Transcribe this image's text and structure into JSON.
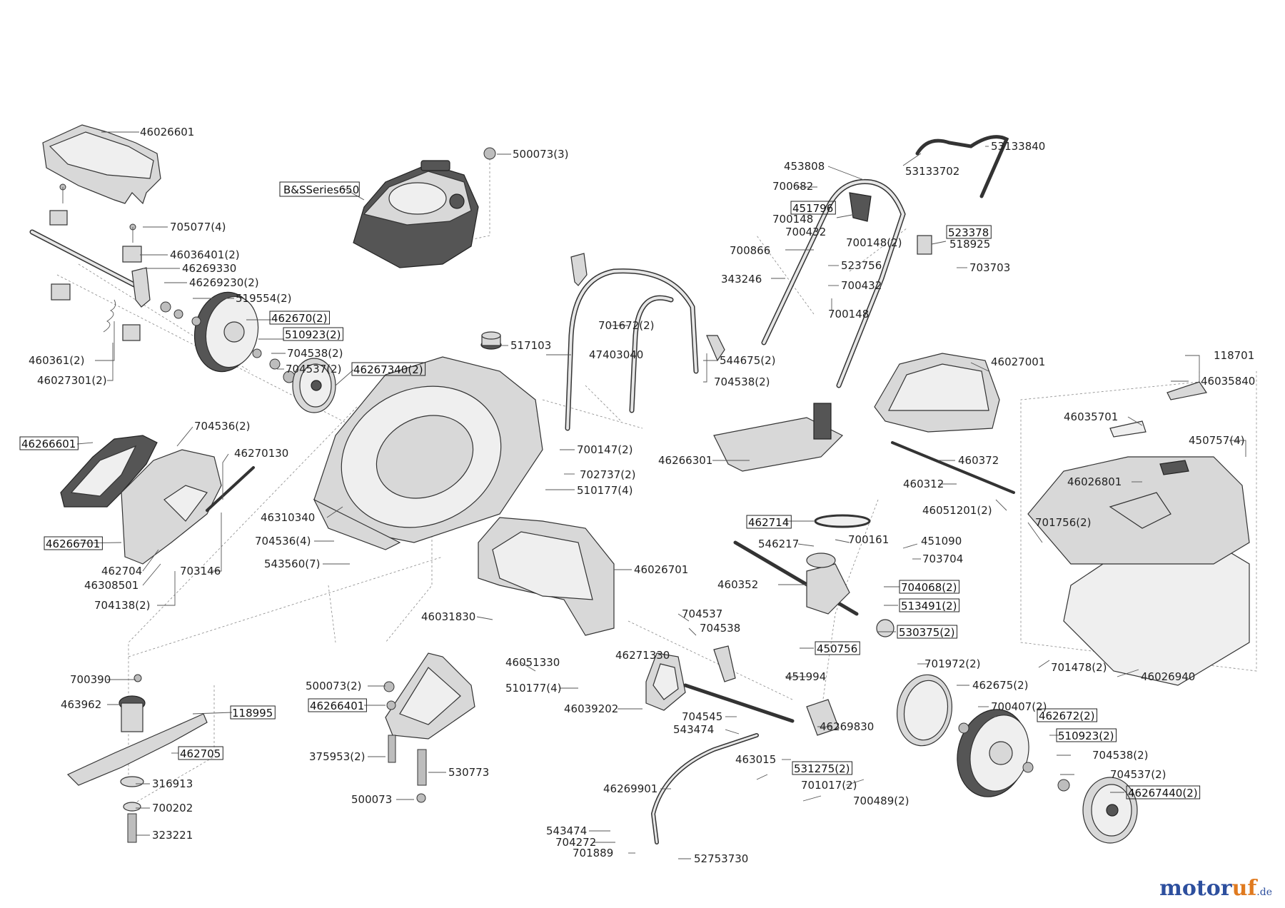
{
  "brand": {
    "name_a": "motor",
    "name_b": "uf",
    "suffix": ".de"
  },
  "labels": {
    "p46026601": "46026601",
    "p705077": "705077(4)",
    "p46036401": "46036401(2)",
    "p46269330": "46269330",
    "p46269230": "46269230(2)",
    "p519554": "519554(2)",
    "p462670": "462670(2)",
    "p510923a": "510923(2)",
    "p704538a": "704538(2)",
    "p704537a": "704537(2)",
    "p46267340": "46267340(2)",
    "p460361": "460361(2)",
    "p46027301": "46027301(2)",
    "p46266601": "46266601",
    "p704536a": "704536(2)",
    "p46270130": "46270130",
    "p46266701": "46266701",
    "p462704": "462704",
    "p46308501": "46308501",
    "p703146": "703146",
    "p704138": "704138(2)",
    "pBS": "B&SSeries650",
    "p500073c": "500073(3)",
    "p517103": "517103",
    "p46310340": "46310340",
    "p704536b": "704536(4)",
    "p543560": "543560(7)",
    "p700147": "700147(2)",
    "p702737": "702737(2)",
    "p510177a": "510177(4)",
    "p701672": "701672(2)",
    "p47403040": "47403040",
    "p544675": "544675(2)",
    "p704538b": "704538(2)",
    "p453808": "453808",
    "p700682": "700682",
    "p451796": "451796",
    "p700148a": "700148",
    "p700432a": "700432",
    "p700148b": "700148(2)",
    "p700866": "700866",
    "p343246": "343246",
    "p523756": "523756",
    "p700432b": "700432",
    "p700148c": "700148",
    "p53133840": "53133840",
    "p53133702": "53133702",
    "p523378": "523378",
    "p518925": "518925",
    "p703703": "703703",
    "p46027001": "46027001",
    "p460372": "460372",
    "p460312": "460312",
    "p46051201": "46051201(2)",
    "p46266301": "46266301",
    "p118701": "118701",
    "p46035840": "46035840",
    "p46035701": "46035701",
    "p450757": "450757(4)",
    "p46026801": "46026801",
    "p701756": "701756(2)",
    "p701478": "701478(2)",
    "p46026940": "46026940",
    "p462714": "462714",
    "p546217": "546217",
    "p700161": "700161",
    "p451090": "451090",
    "p703704": "703704",
    "p460352": "460352",
    "p704068": "704068(2)",
    "p513491": "513491(2)",
    "p530375": "530375(2)",
    "p450756": "450756",
    "p451994": "451994",
    "p46026701": "46026701",
    "p46031830": "46031830",
    "p46051330": "46051330",
    "p46271330": "46271330",
    "p704537b": "704537",
    "p704538c": "704538",
    "p510177b": "510177(4)",
    "p46039202": "46039202",
    "p704545": "704545",
    "p543474a": "543474",
    "p46269830": "46269830",
    "p463015": "463015",
    "p531275": "531275(2)",
    "p701017": "701017(2)",
    "p700489": "700489(2)",
    "p46269901": "46269901",
    "p543474b": "543474",
    "p704272": "704272",
    "p701889": "701889",
    "p52753730": "52753730",
    "p701972": "701972(2)",
    "p462675": "462675(2)",
    "p700407": "700407(2)",
    "p462672": "462672(2)",
    "p510923b": "510923(2)",
    "p704538d": "704538(2)",
    "p704537c": "704537(2)",
    "p46267440": "46267440(2)",
    "p700390": "700390",
    "p463962": "463962",
    "p118995": "118995",
    "p462705": "462705",
    "p316913": "316913",
    "p700202": "700202",
    "p323221": "323221",
    "p500073a": "500073(2)",
    "p46266401": "46266401",
    "p375953": "375953(2)",
    "p530773": "530773",
    "p500073b": "500073"
  }
}
